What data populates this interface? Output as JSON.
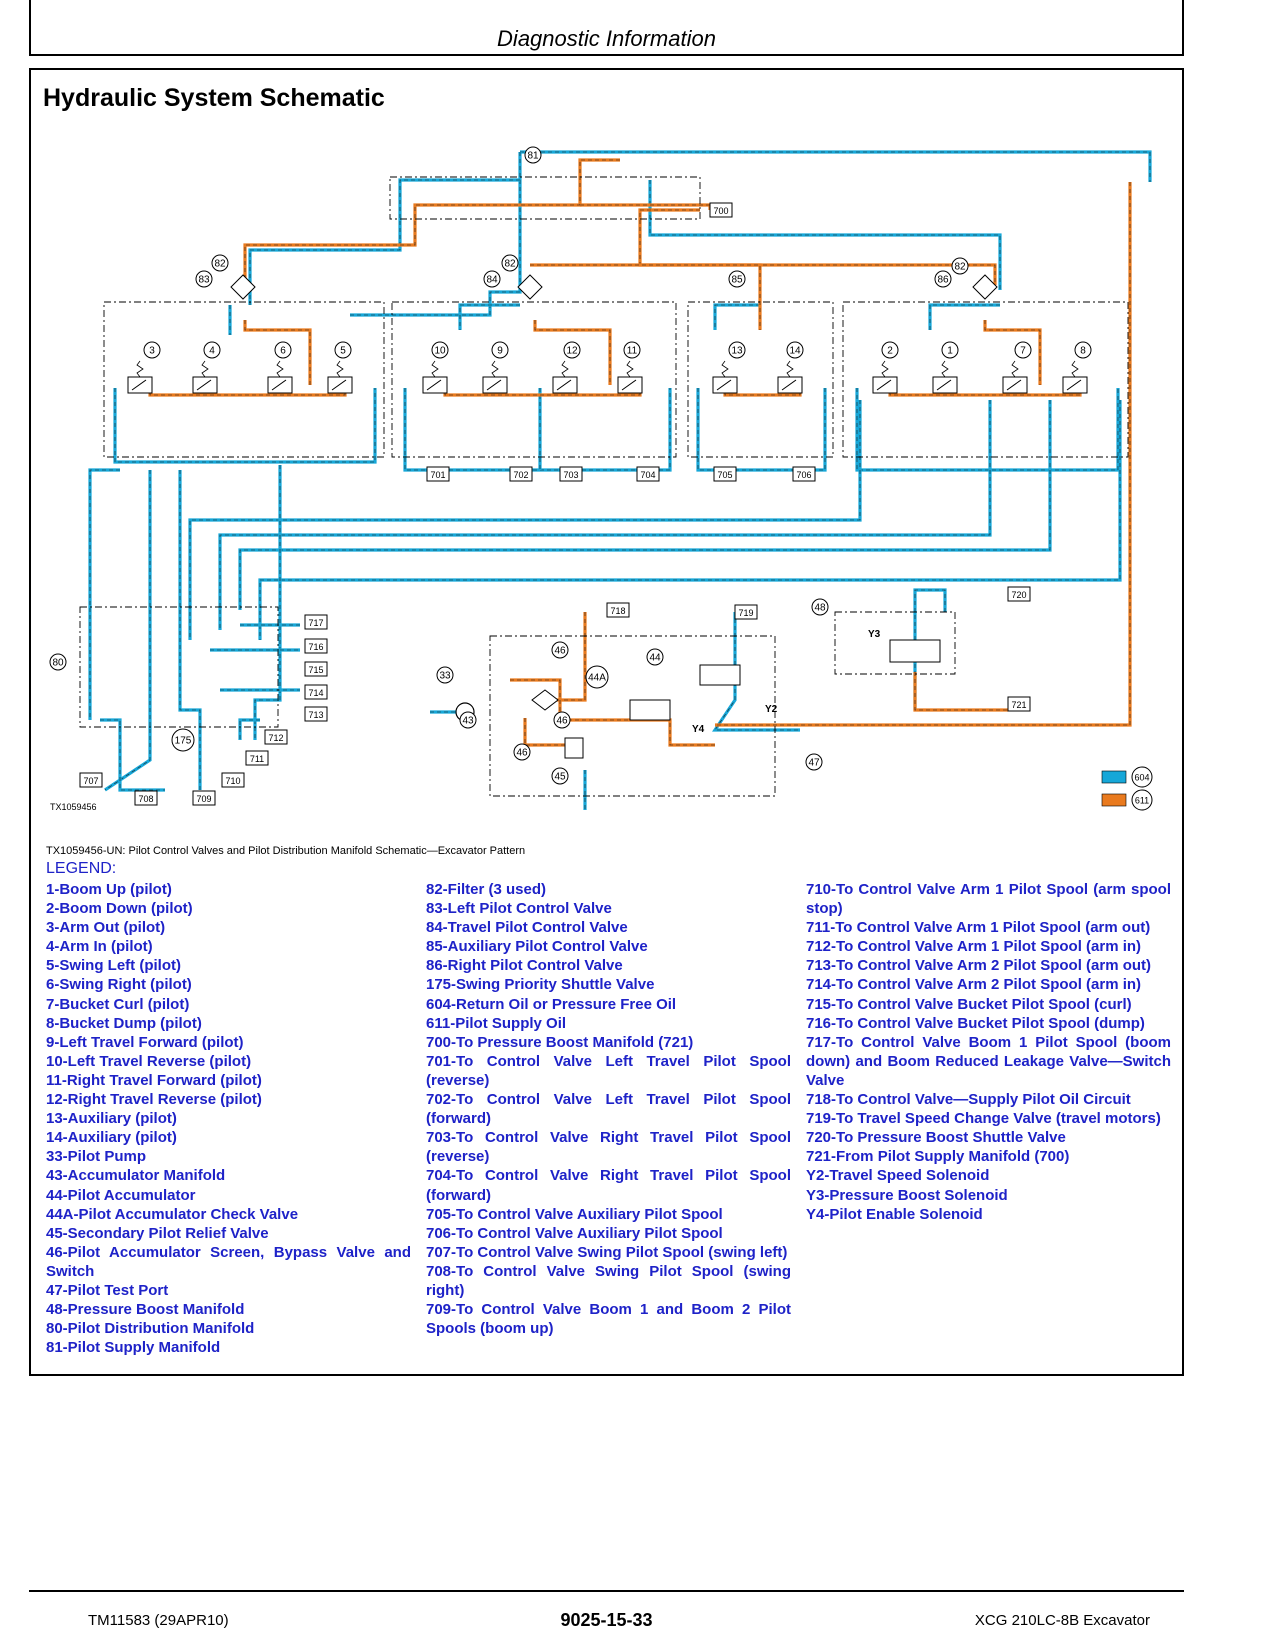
{
  "header": {
    "title": "Diagnostic Information"
  },
  "section_title": "Hydraulic System Schematic",
  "diagram": {
    "drawing_id": "TX1059456",
    "tags": [
      "700",
      "701",
      "702",
      "703",
      "704",
      "705",
      "706",
      "707",
      "708",
      "709",
      "710",
      "711",
      "712",
      "713",
      "714",
      "715",
      "716",
      "717",
      "718",
      "719",
      "720",
      "721"
    ],
    "callouts": [
      "81",
      "82",
      "82",
      "82",
      "83",
      "84",
      "85",
      "86",
      "3",
      "4",
      "6",
      "5",
      "10",
      "9",
      "12",
      "11",
      "13",
      "14",
      "2",
      "1",
      "7",
      "8",
      "80",
      "33",
      "43",
      "46",
      "46",
      "46",
      "44A",
      "44",
      "45",
      "175",
      "48",
      "47"
    ],
    "component_labels": [
      "Y2",
      "Y3",
      "Y4"
    ],
    "legend_swatches": [
      {
        "label": "604",
        "color": "#16a7d8"
      },
      {
        "label": "611",
        "color": "#e97a1e"
      }
    ],
    "line_colors": {
      "return": "#16a7d8",
      "supply": "#e97a1e"
    }
  },
  "caption": "TX1059456-UN: Pilot Control Valves and Pilot Distribution Manifold Schematic—Excavator Pattern",
  "legend": {
    "title": "LEGEND:",
    "col1": [
      "1-Boom Up (pilot)",
      "2-Boom Down (pilot)",
      "3-Arm Out (pilot)",
      "4-Arm In (pilot)",
      "5-Swing Left (pilot)",
      "6-Swing Right (pilot)",
      "7-Bucket Curl (pilot)",
      "8-Bucket Dump (pilot)",
      "9-Left Travel Forward (pilot)",
      "10-Left Travel Reverse (pilot)",
      "11-Right Travel Forward (pilot)",
      "12-Right Travel Reverse (pilot)",
      "13-Auxiliary (pilot)",
      "14-Auxiliary (pilot)",
      "33-Pilot Pump",
      "43-Accumulator Manifold",
      "44-Pilot Accumulator",
      "44A-Pilot Accumulator Check Valve",
      "45-Secondary Pilot Relief Valve",
      "46-Pilot Accumulator Screen, Bypass Valve and Switch",
      "47-Pilot Test Port",
      "48-Pressure Boost Manifold",
      "80-Pilot Distribution Manifold",
      "81-Pilot Supply Manifold"
    ],
    "col2": [
      "82-Filter (3 used)",
      "83-Left Pilot Control Valve",
      "84-Travel Pilot Control Valve",
      "85-Auxiliary Pilot Control Valve",
      "86-Right Pilot Control Valve",
      "175-Swing Priority Shuttle Valve",
      "604-Return Oil or Pressure Free Oil",
      "611-Pilot Supply Oil",
      "700-To Pressure Boost Manifold (721)",
      "701-To Control Valve Left Travel Pilot Spool (reverse)",
      "702-To Control Valve Left Travel Pilot Spool (forward)",
      "703-To Control Valve Right Travel Pilot Spool (reverse)",
      "704-To Control Valve Right Travel Pilot Spool (forward)",
      "705-To Control Valve Auxiliary Pilot Spool",
      "706-To Control Valve Auxiliary Pilot Spool",
      "707-To Control Valve Swing Pilot Spool (swing left)",
      "708-To Control Valve Swing Pilot Spool (swing right)",
      "709-To Control Valve Boom 1 and Boom 2 Pilot Spools (boom up)"
    ],
    "col3": [
      "710-To Control Valve Arm 1 Pilot Spool (arm spool stop)",
      "711-To Control Valve Arm 1 Pilot Spool (arm out)",
      "712-To Control Valve Arm 1 Pilot Spool (arm in)",
      "713-To Control Valve Arm 2 Pilot Spool (arm out)",
      "714-To Control Valve Arm 2 Pilot Spool (arm in)",
      "715-To Control Valve Bucket Pilot Spool (curl)",
      "716-To Control Valve Bucket Pilot Spool (dump)",
      "717-To Control Valve Boom 1 Pilot Spool (boom down) and Boom Reduced Leakage Valve—Switch Valve",
      "718-To Control Valve—Supply Pilot Oil Circuit",
      "719-To Travel Speed Change Valve (travel motors)",
      "720-To Pressure Boost Shuttle Valve",
      "721-From Pilot Supply Manifold (700)",
      "Y2-Travel Speed Solenoid",
      "Y3-Pressure Boost Solenoid",
      "Y4-Pilot Enable Solenoid"
    ]
  },
  "footer": {
    "left": "TM11583 (29APR10)",
    "center": "9025-15-33",
    "right": "XCG 210LC-8B Excavator"
  }
}
